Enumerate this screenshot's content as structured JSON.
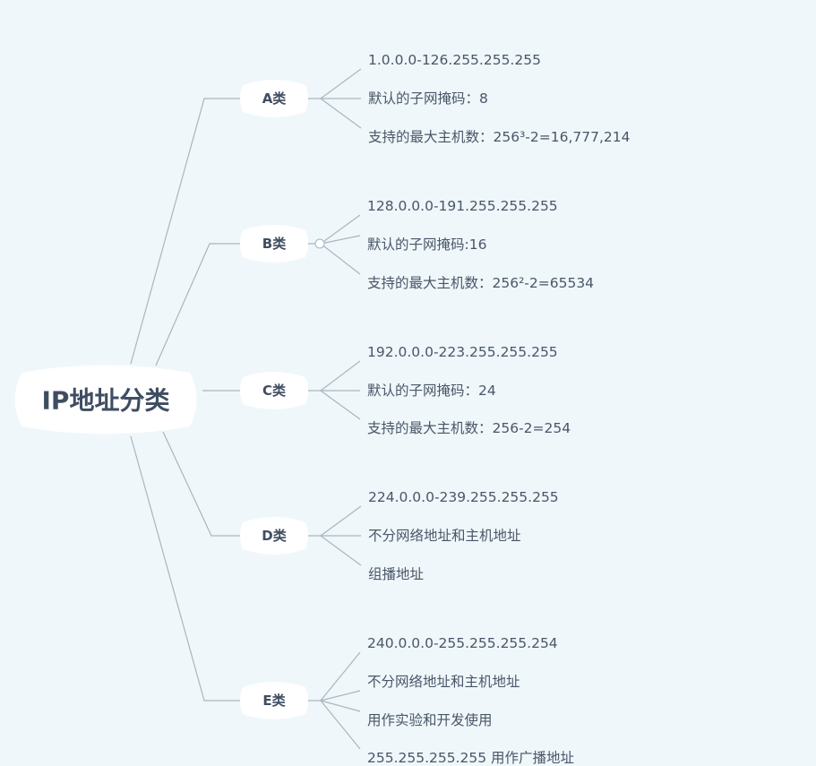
{
  "mindmap": {
    "root": {
      "label": "IP地址分类"
    },
    "branches": [
      {
        "label": "A类",
        "items": [
          "1.0.0.0-126.255.255.255",
          "默认的子网掩码：8",
          "支持的最大主机数：256³-2=16,777,214"
        ]
      },
      {
        "label": "B类",
        "items": [
          "128.0.0.0-191.255.255.255",
          "默认的子网掩码:16",
          "支持的最大主机数：256²-2=65534"
        ]
      },
      {
        "label": "C类",
        "items": [
          "192.0.0.0-223.255.255.255",
          "默认的子网掩码：24",
          "支持的最大主机数：256-2=254"
        ]
      },
      {
        "label": "D类",
        "items": [
          "224.0.0.0-239.255.255.255",
          "不分网络地址和主机地址",
          "组播地址"
        ]
      },
      {
        "label": "E类",
        "items": [
          "240.0.0.0-255.255.255.254",
          "不分网络地址和主机地址",
          "用作实验和开发使用",
          "255.255.255.255 用作广播地址"
        ]
      }
    ]
  },
  "colors": {
    "background": "#eff7fa",
    "connector": "#a9b5c0",
    "node_fill": "#ffffff",
    "title_text": "#3f4d62",
    "leaf_text": "#4a5668"
  }
}
